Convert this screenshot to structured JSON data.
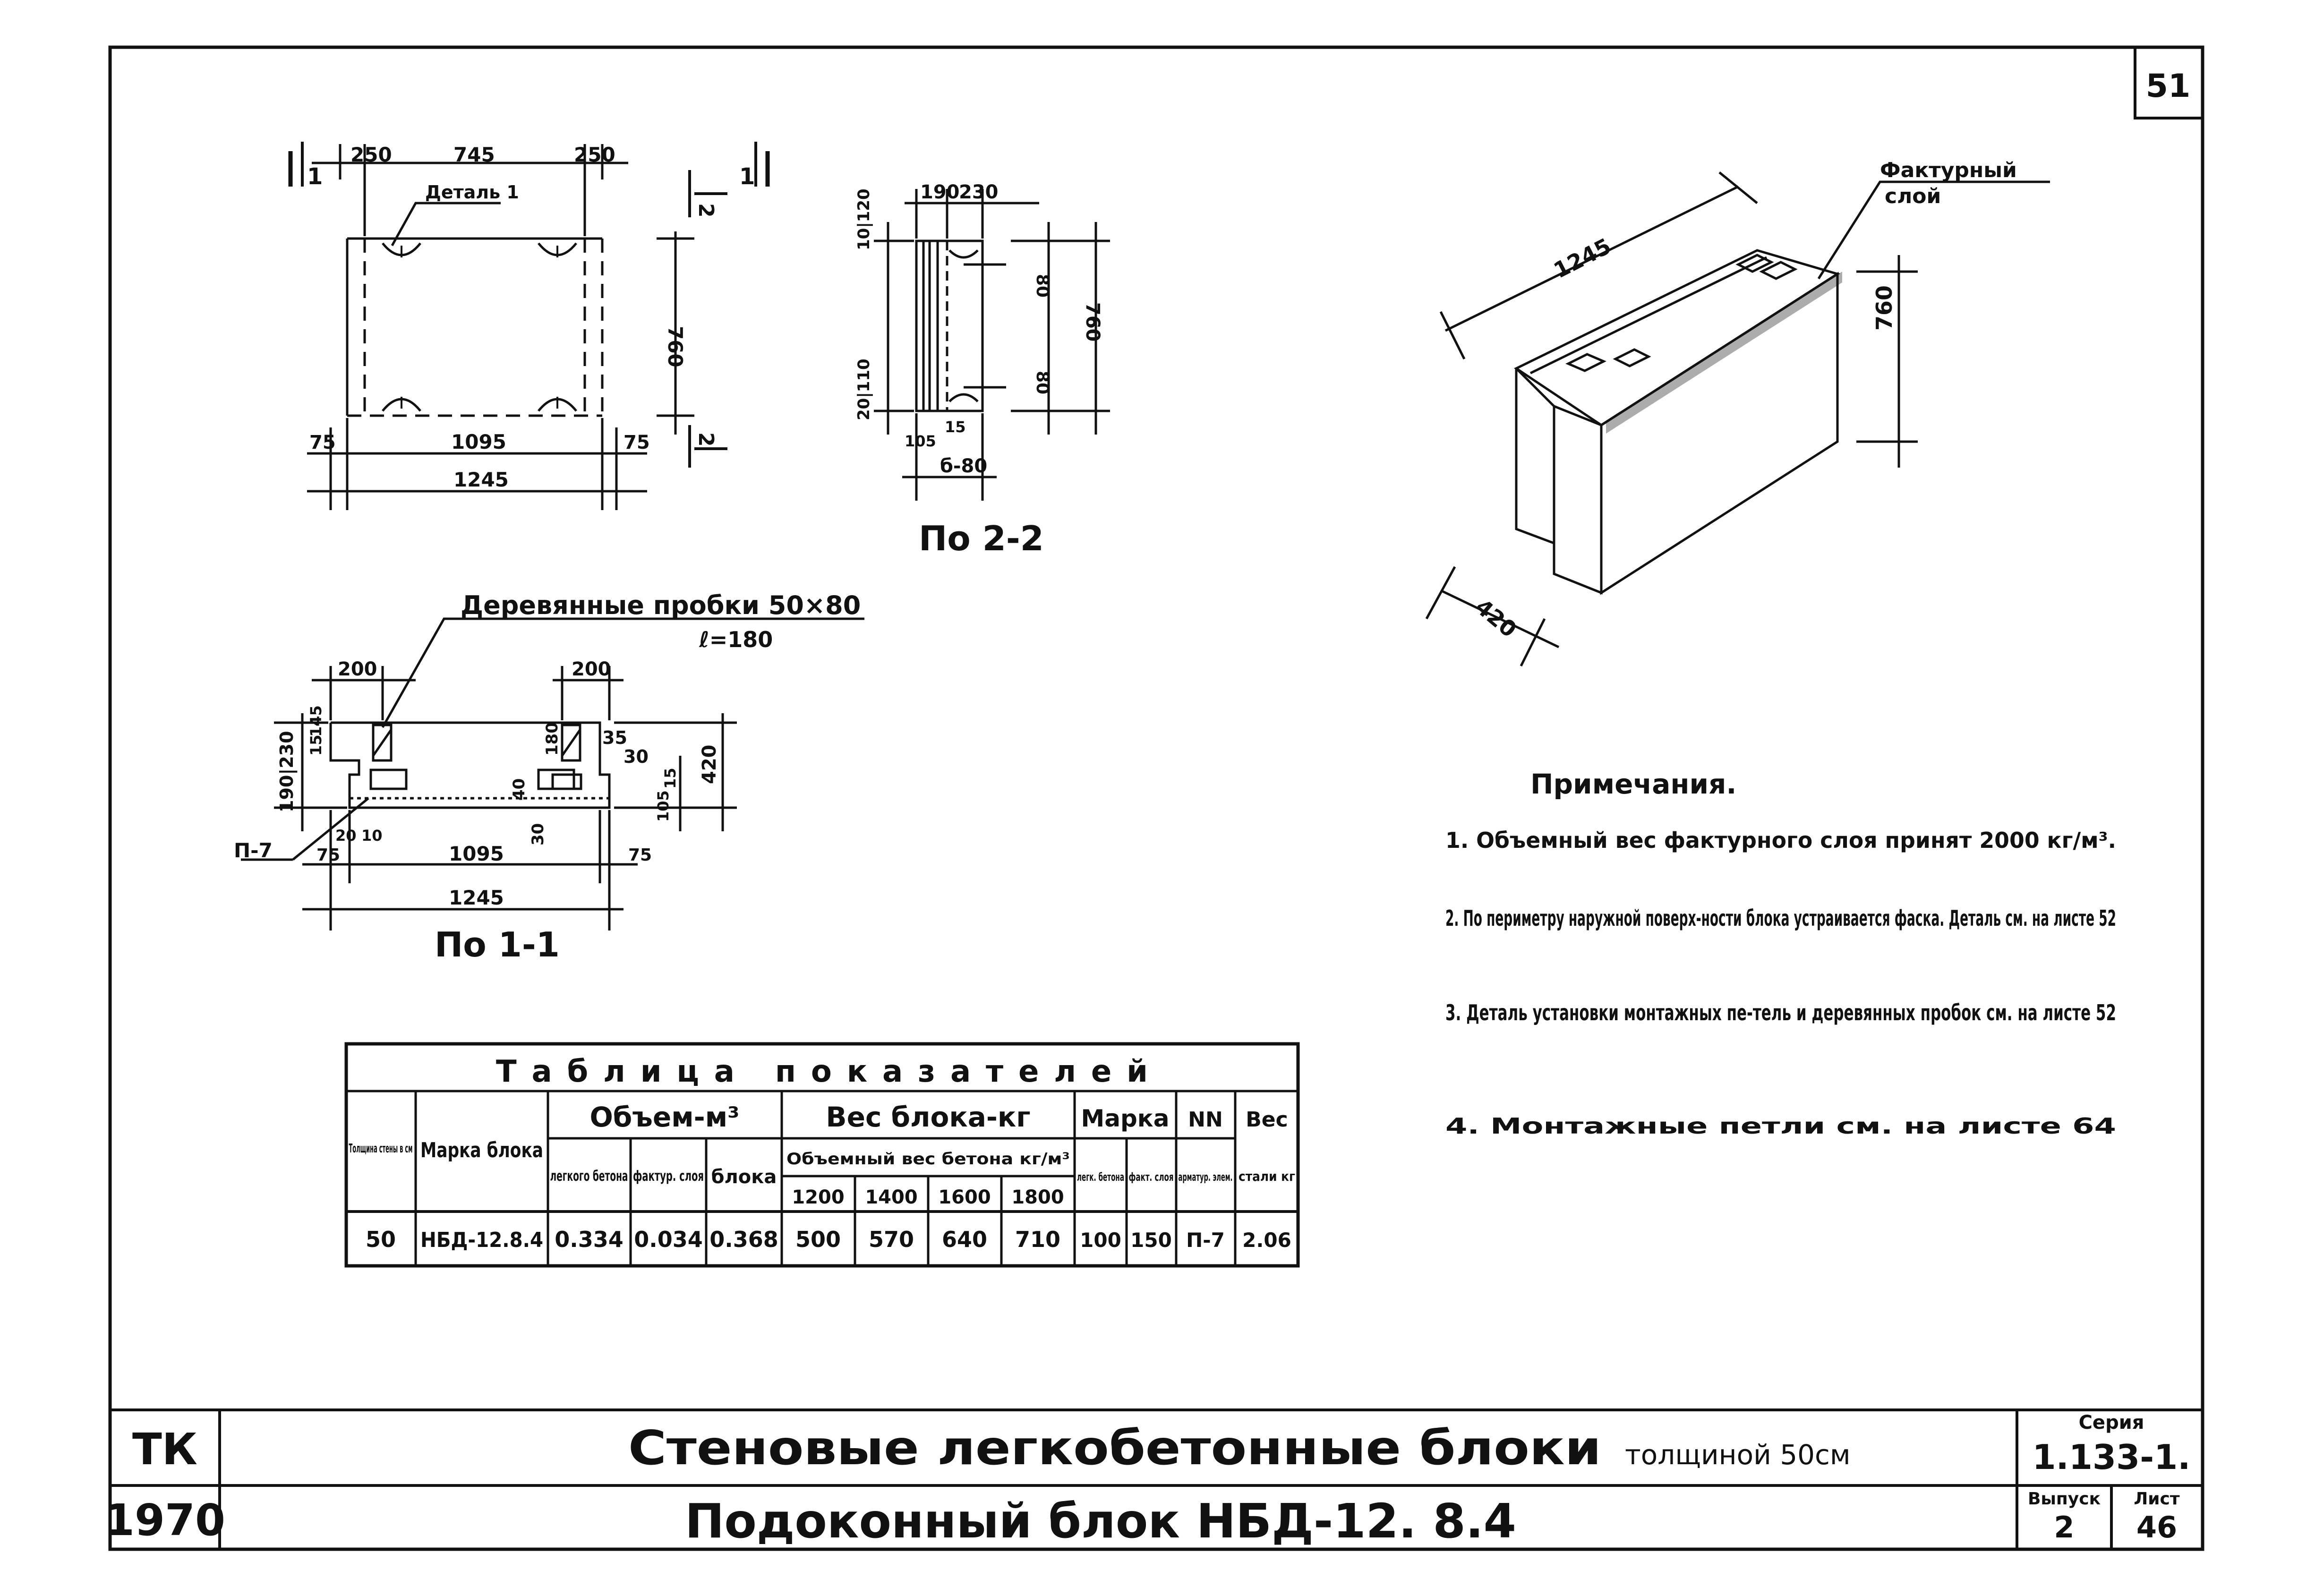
{
  "sheet_number": "51",
  "drawing_1_1": {
    "title": "По 1-1",
    "callout_plugs": "Деревянные пробки 50×80",
    "callout_plugs_len": "ℓ=180",
    "callout_loop": "П-7",
    "dims": {
      "top_left": "200",
      "top_right": "200",
      "bottom_mid": "1095",
      "bottom_left": "75",
      "bottom_right": "75",
      "overall": "1245",
      "left_outer": "190|230",
      "left_inner1": "15",
      "left_inner2": "145",
      "right_35": "35",
      "right_30": "30",
      "right_180": "180",
      "right_40": "40",
      "right_30b": "30",
      "right_105": "105",
      "right_15": "15",
      "right_420": "420",
      "small_20": "20",
      "small_10": "10"
    }
  },
  "drawing_plan": {
    "detail_label": "Деталь 1",
    "top_left": "250",
    "top_mid": "745",
    "top_right": "250",
    "height": "760",
    "bottom_left": "75",
    "bottom_mid": "1095",
    "bottom_right": "75",
    "overall": "1245",
    "cut_label": "1",
    "cut_label_2": "2"
  },
  "drawing_2_2": {
    "title": "По 2-2",
    "top_190": "190",
    "top_230": "230",
    "left_top": "10|120",
    "left_bottom": "20|110",
    "right_80a": "80",
    "right_80b": "80",
    "right_760": "760",
    "bottom_105": "105",
    "bottom_15": "15",
    "bottom_b": "б-80"
  },
  "drawing_3d": {
    "label_surface": "Фактурный",
    "label_layer": "слой",
    "length": "1245",
    "height": "760",
    "depth": "420"
  },
  "notes": {
    "heading": "Примечания.",
    "items": [
      "1. Объемный вес фактурного слоя принят 2000 кг/м³.",
      "2. По периметру наружной поверх-ности блока устраивается фаска. Деталь см. на листе 52",
      "3. Деталь установки монтажных пе-тель и деревянных пробок см. на листе 52",
      "4. Монтажные петли см. на листе 64"
    ]
  },
  "table": {
    "title": "Таблица показателей",
    "headers": {
      "thickness": "Толщина стены в см",
      "mark": "Марка блока",
      "volume": "Объем-м³",
      "vol_light": "легкого бетона",
      "vol_facing": "фактур. слоя",
      "vol_block": "блока",
      "weight": "Вес блока-кг",
      "density": "Объемный вес бетона кг/м³",
      "d1200": "1200",
      "d1400": "1400",
      "d1600": "1600",
      "d1800": "1800",
      "grade": "Марка",
      "grade_light": "легк. бетона",
      "grade_facing": "факт. слоя",
      "nn": "NN",
      "nn_sub": "арматур. элем.",
      "steel": "Вес",
      "steel_sub": "стали кг"
    },
    "row": [
      "50",
      "НБД-12.8.4",
      "0.334",
      "0.034",
      "0.368",
      "500",
      "570",
      "640",
      "710",
      "100",
      "150",
      "П-7",
      "2.06"
    ]
  },
  "titleblock": {
    "org": "ТК",
    "year": "1970",
    "title_main": "Стеновые легкобетонные блоки",
    "title_thickness": "толщиной 50см",
    "title_sub": "Подоконный блок НБД-12. 8.4",
    "series_label": "Серия",
    "series_value": "1.133-1.",
    "issue_label": "Выпуск",
    "issue_value": "2",
    "sheet_label": "Лист",
    "sheet_value": "46"
  }
}
